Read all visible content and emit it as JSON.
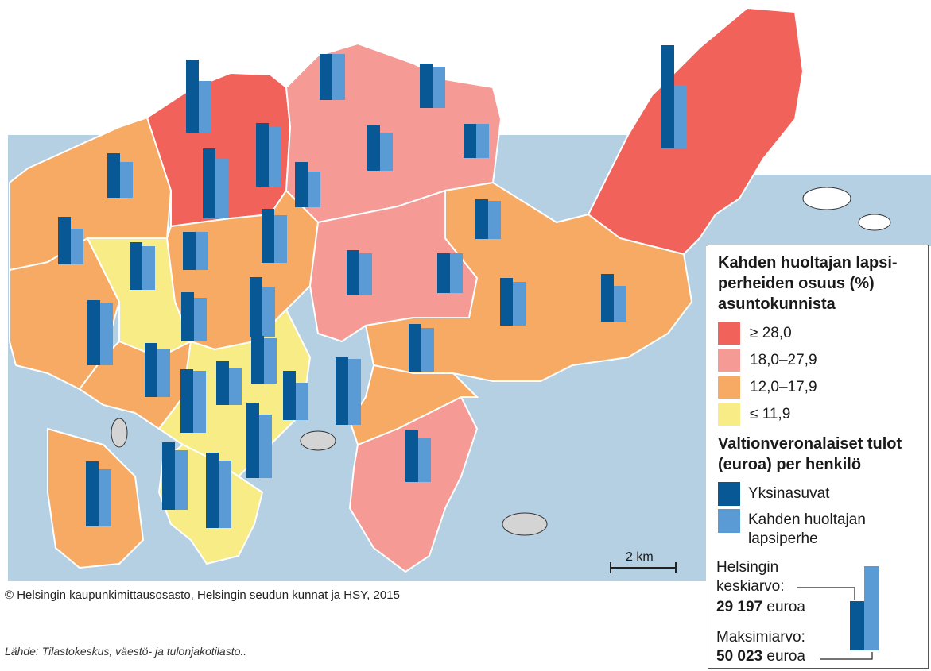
{
  "legend": {
    "share_title_lines": [
      "Kahden huoltajan lapsi-",
      "perheiden osuus (%)",
      "asuntokunnista"
    ],
    "classes": [
      {
        "label": "≥ 28,0",
        "color": "#f0625a"
      },
      {
        "label": "18,0–27,9",
        "color": "#f59a94"
      },
      {
        "label": "12,0–17,9",
        "color": "#f6aa63"
      },
      {
        "label": "≤ 11,9",
        "color": "#f7ec86"
      }
    ],
    "income_title_lines": [
      "Valtionveronalaiset tulot",
      "(euroa) per henkilö"
    ],
    "bars": [
      {
        "label": "Yksinasuvat",
        "color": "#085895"
      },
      {
        "label_lines": [
          "Kahden huoltajan",
          "lapsiperhe"
        ],
        "color": "#5b9bd5"
      }
    ],
    "mean": {
      "label_lines": [
        "Helsingin",
        "keskiarvo:"
      ],
      "value": "29 197",
      "unit": "euroa"
    },
    "max": {
      "label": "Maksimiarvo:",
      "value": "50 023",
      "unit": "euroa"
    }
  },
  "scale_bar": "2 km",
  "copyright": "© Helsingin kaupunkimittausosasto, Helsingin seudun kunnat ja HSY, 2015",
  "source": "Lähde: Tilastokeskus, väestö- ja tulonjakotilasto..",
  "colors": {
    "sea": "#b5cfe3",
    "island": "#d4d4d4",
    "border": "#ffffff"
  }
}
